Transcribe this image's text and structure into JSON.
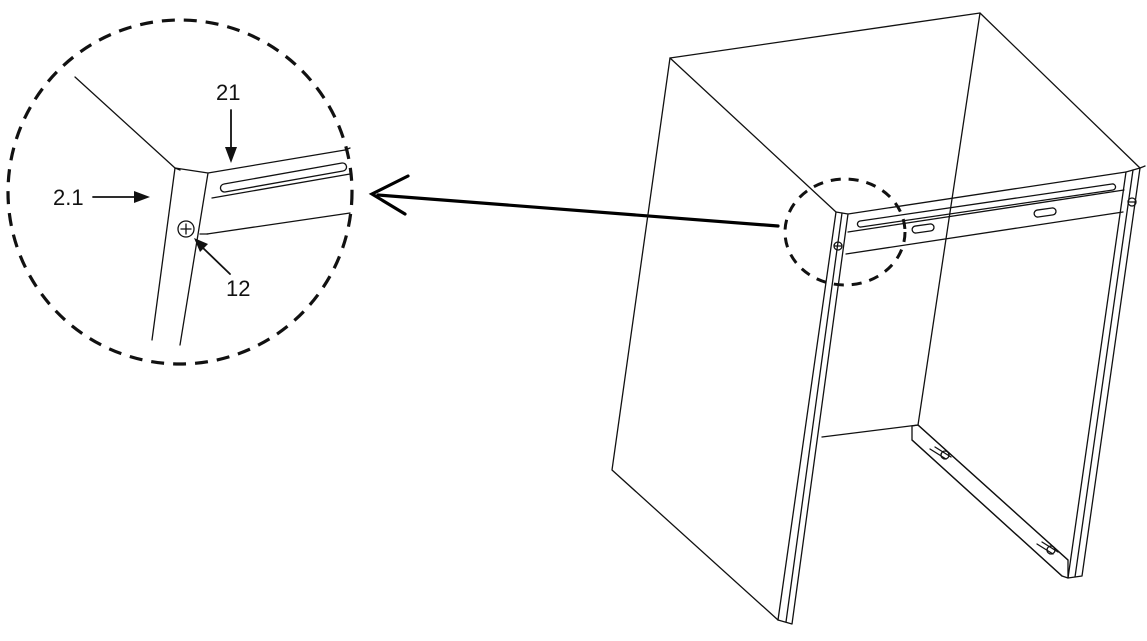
{
  "callouts": {
    "part_21": "21",
    "part_2_1": "2.1",
    "part_12": "12"
  },
  "colors": {
    "line": "#111111",
    "background": "#ffffff"
  }
}
